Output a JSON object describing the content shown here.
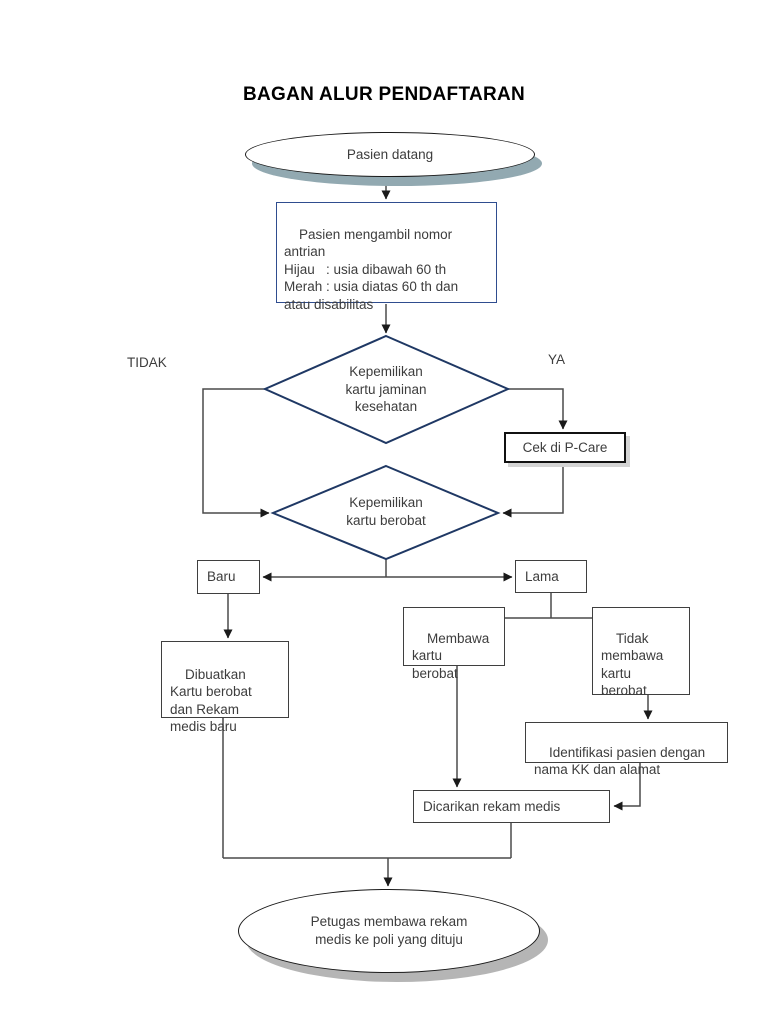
{
  "title": "BAGAN ALUR PENDAFTARAN",
  "colors": {
    "diamond_border": "#1f3864",
    "rect_blue_border": "#2f4d8f",
    "box_border": "#3f3f3f",
    "line_color": "#4a4a4a",
    "arrow_color": "#1a1a1a",
    "text_color": "#3d3d3d",
    "title_color": "#000000",
    "oval_shadow_start": "#92a9b1",
    "oval_shadow_end": "#b5b5b5",
    "cek_shadow": "#d4d4d4"
  },
  "nodes": {
    "start": {
      "label": "Pasien datang"
    },
    "queue": {
      "label": "Pasien mengambil nomor\nantrian\nHijau   : usia dibawah 60 th\nMerah : usia diatas 60 th dan\natau disabilitas"
    },
    "decision_jaminan": {
      "label": "Kepemilikan\nkartu jaminan\nkesehatan"
    },
    "cek_pcare": {
      "label": "Cek di P-Care"
    },
    "decision_berobat": {
      "label": "Kepemilikan\nkartu berobat"
    },
    "baru": {
      "label": "Baru"
    },
    "lama": {
      "label": "Lama"
    },
    "dibuatkan": {
      "label": "Dibuatkan\nKartu berobat\ndan Rekam\nmedis baru"
    },
    "membawa": {
      "label": "Membawa\nkartu\nberobat"
    },
    "tidak_membawa": {
      "label": "Tidak\nmembawa\nkartu\nberobat"
    },
    "identifikasi": {
      "label": "Identifikasi pasien dengan\nnama KK dan alamat"
    },
    "dicarikan": {
      "label": "Dicarikan rekam medis"
    },
    "end": {
      "label": "Petugas membawa rekam\nmedis ke poli yang dituju"
    }
  },
  "branch_labels": {
    "no": "TIDAK",
    "yes": "YA"
  }
}
